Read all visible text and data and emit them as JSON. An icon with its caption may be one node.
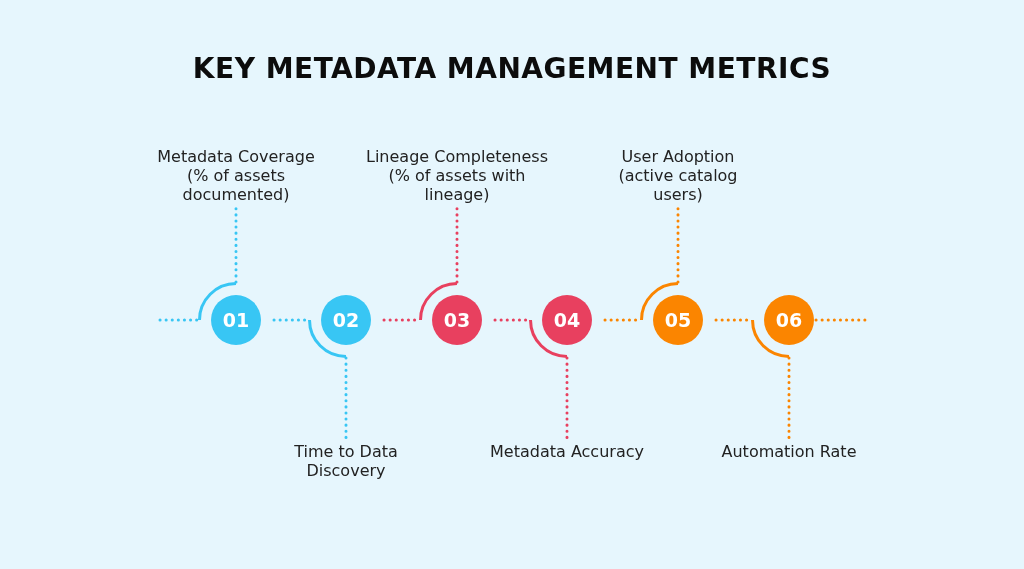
{
  "diagram": {
    "title": "KEY METADATA MANAGEMENT METRICS",
    "nodes": [
      {
        "text": [
          "01"
        ]
      },
      {
        "text": [
          "02"
        ]
      },
      {
        "text": [
          "03"
        ]
      },
      {
        "text": [
          "04"
        ]
      },
      {
        "text": [
          "05"
        ]
      },
      {
        "text": [
          "06"
        ]
      },
      {
        "text": [
          "Metadata Coverage (% of assets documented)"
        ]
      },
      {
        "text": [
          "Time to Data Discovery"
        ]
      },
      {
        "text": [
          "Lineage Completeness (% of assets with lineage)"
        ]
      },
      {
        "text": [
          "Metadata Accuracy"
        ]
      },
      {
        "text": [
          "User Adoption (active catalog users)"
        ]
      },
      {
        "text": [
          "Automation Rate"
        ]
      }
    ],
    "edges": [
      {
        "from": null,
        "to": 0,
        "arrow": "none",
        "style": "dashed",
        "color": "#38c6f4"
      },
      {
        "from": 0,
        "to": 1,
        "arrow": "none",
        "style": "dashed",
        "color": "#38c6f4"
      },
      {
        "from": 1,
        "to": 2,
        "arrow": "none",
        "style": "dashed",
        "color": "#e8405f"
      },
      {
        "from": 2,
        "to": 3,
        "arrow": "none",
        "style": "dashed",
        "color": "#e8405f"
      },
      {
        "from": 3,
        "to": 4,
        "arrow": "none",
        "style": "dashed",
        "color": "#fb8500"
      },
      {
        "from": 4,
        "to": 5,
        "arrow": "none",
        "style": "dashed",
        "color": "#fb8500"
      },
      {
        "from": 5,
        "to": null,
        "arrow": "none",
        "style": "dashed",
        "color": "#fb8500"
      },
      {
        "from": 0,
        "to": 6,
        "arrow": "none",
        "style": "dashed",
        "color": "#38c6f4"
      },
      {
        "from": 1,
        "to": 7,
        "arrow": "none",
        "style": "dashed",
        "color": "#38c6f4"
      },
      {
        "from": 2,
        "to": 8,
        "arrow": "none",
        "style": "dashed",
        "color": "#e8405f"
      },
      {
        "from": 3,
        "to": 9,
        "arrow": "none",
        "style": "dashed",
        "color": "#e8405f"
      },
      {
        "from": 4,
        "to": 10,
        "arrow": "none",
        "style": "dashed",
        "color": "#fb8500"
      },
      {
        "from": 5,
        "to": 11,
        "arrow": "none",
        "style": "dashed",
        "color": "#fb8500"
      }
    ]
  }
}
